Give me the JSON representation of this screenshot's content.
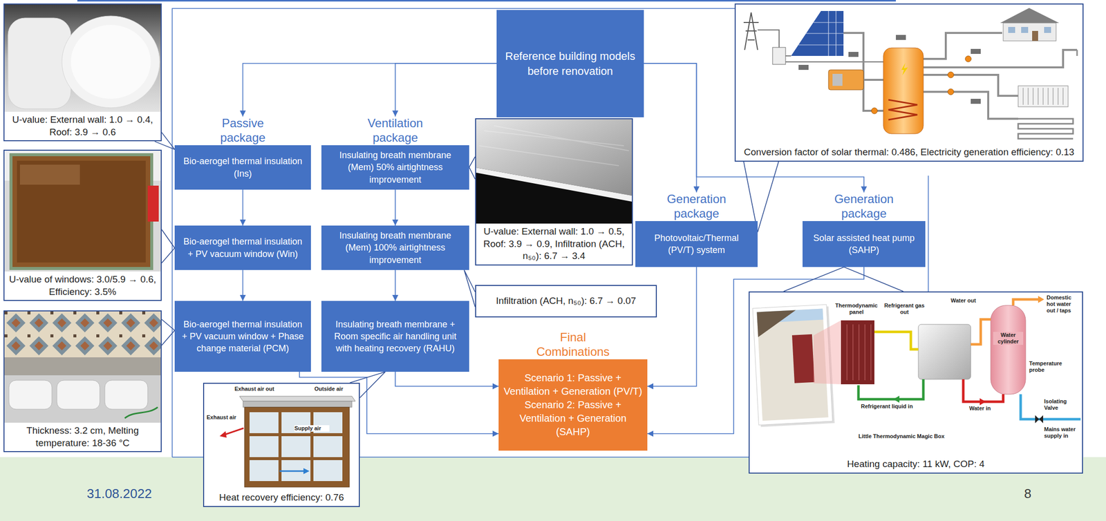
{
  "diagram": {
    "nodes": [
      {
        "text": [
          "Reference building models before renovation"
        ]
      },
      {
        "text": [
          "Passive package",
          "Bio-aerogel thermal insulation (Ins)"
        ]
      },
      {
        "text": [
          "Ventilation package",
          "Insulating breath membrane (Mem) 50% airtightness improvement"
        ]
      },
      {
        "text": [
          "Generation package",
          "Photovoltaic/Thermal (PV/T) system"
        ]
      },
      {
        "text": [
          "Generation package",
          "Solar assisted heat pump (SAHP)"
        ]
      },
      {
        "text": [
          "Bio-aerogel thermal insulation + PV vacuum window (Win)"
        ]
      },
      {
        "text": [
          "Insulating breath membrane (Mem) 100% airtightness improvement"
        ]
      },
      {
        "text": [
          "Bio-aerogel thermal insulation + PV vacuum window + Phase change material (PCM)"
        ]
      },
      {
        "text": [
          "Insulating breath membrane + Room specific air handling unit with heating recovery (RAHU)"
        ]
      },
      {
        "text": [
          "Final Combinations",
          "Scenario 1: Passive + Ventilation + Generation (PV/T)",
          "Scenario 2: Passive + Ventilation + Generation (SAHP)"
        ]
      },
      {
        "text": [
          "U-value: External wall: 1.0 → 0.4, Roof: 3.9 → 0.6"
        ]
      },
      {
        "text": [
          "U-value of windows: 3.0/5.9 → 0.6, Efficiency: 3.5%"
        ]
      },
      {
        "text": [
          "Thickness: 3.2 cm, Melting temperature: 18-36 °C"
        ]
      },
      {
        "text": [
          "U-value: External wall: 1.0 → 0.5, Roof: 3.9 → 0.9, Infiltration (ACH, n₅₀): 6.7 → 3.4"
        ]
      },
      {
        "text": [
          "Infiltration (ACH, n₅₀): 6.7 → 0.07"
        ]
      },
      {
        "text": [
          "Heat recovery efficiency: 0.76"
        ]
      },
      {
        "text": [
          "Conversion factor of solar thermal: 0.486, Electricity generation efficiency: 0.13"
        ]
      },
      {
        "text": [
          "Heating capacity: 11 kW, COP: 4"
        ]
      }
    ],
    "edges": [
      {
        "from": 0,
        "to": 1,
        "arrow": "to"
      },
      {
        "from": 0,
        "to": 2,
        "arrow": "to"
      },
      {
        "from": 0,
        "to": 3,
        "arrow": "to"
      },
      {
        "from": 0,
        "to": 4,
        "arrow": "to"
      },
      {
        "from": 1,
        "to": 5,
        "arrow": "to"
      },
      {
        "from": 5,
        "to": 7,
        "arrow": "to"
      },
      {
        "from": 2,
        "to": 6,
        "arrow": "to"
      },
      {
        "from": 6,
        "to": 8,
        "arrow": "to"
      },
      {
        "from": 8,
        "to": 9,
        "arrow": "to"
      },
      {
        "from": 7,
        "to": 9,
        "arrow": "to"
      },
      {
        "from": 3,
        "to": 9,
        "arrow": "to"
      },
      {
        "from": 4,
        "to": 9,
        "arrow": "to"
      },
      {
        "from": 10,
        "to": 1,
        "arrow": "none"
      },
      {
        "from": 11,
        "to": 5,
        "arrow": "none"
      },
      {
        "from": 12,
        "to": 7,
        "arrow": "none"
      },
      {
        "from": 13,
        "to": 2,
        "arrow": "none"
      },
      {
        "from": 14,
        "to": 6,
        "arrow": "none"
      },
      {
        "from": 15,
        "to": 8,
        "arrow": "none"
      },
      {
        "from": 16,
        "to": 3,
        "arrow": "none"
      },
      {
        "from": 17,
        "to": 4,
        "arrow": "none"
      }
    ],
    "labels": [
      "31.08.2022",
      "8",
      "Exhaust air out",
      "Outside air",
      "Exhaust air",
      "Supply air",
      "Thermodynamic panel",
      "Refrigerant gas out",
      "Water out",
      "Domestic hot water out / taps",
      "Water cylinder",
      "Temperature probe",
      "Water in",
      "Refrigerant liquid in",
      "Little Thermodynamic Magic Box",
      "Isolating Valve",
      "Mains water supply in"
    ]
  }
}
